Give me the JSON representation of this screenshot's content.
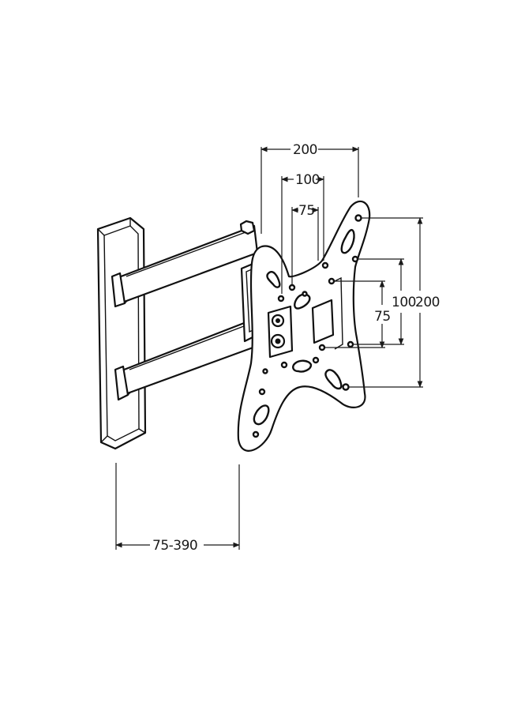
{
  "dimensions": {
    "top_outer": "200",
    "top_middle": "100",
    "top_inner": "75",
    "right_outer": "200",
    "right_middle": "100",
    "right_inner": "75",
    "extension": "75-390"
  },
  "colors": {
    "line": "#111111",
    "background": "#ffffff"
  }
}
